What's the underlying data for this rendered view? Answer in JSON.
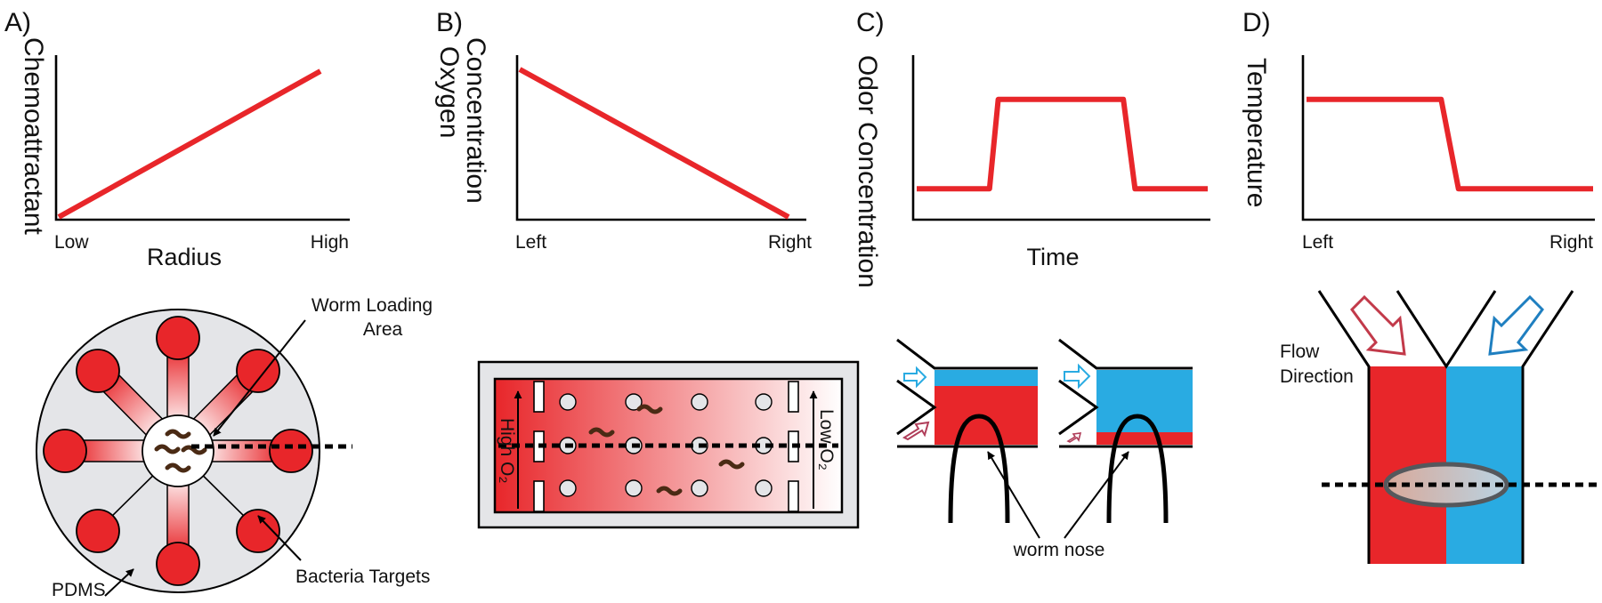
{
  "colors": {
    "gradient_red": "#e8262a",
    "cold_blue": "#29abe2",
    "pdms_gray": "#e4e5e8",
    "worm_brown": "#4a2a14"
  },
  "panel_a": {
    "label": "A)",
    "ylabel": "Chemoattractant",
    "xlabel": "Radius",
    "tick_low": "Low",
    "tick_high": "High",
    "loading_label_1": "Worm Loading",
    "loading_label_2": "Area",
    "targets_label": "Bacteria Targets",
    "pdms_label": "PDMS"
  },
  "panel_b": {
    "label": "B)",
    "ylabel_1": "Oxygen",
    "ylabel_2": "Concentration",
    "tick_left": "Left",
    "tick_right": "Right",
    "high_label": "High O₂",
    "low_label": "Low O₂"
  },
  "panel_c": {
    "label": "C)",
    "ylabel": "Odor Concentration",
    "xlabel": "Time",
    "nose_label": "worm nose"
  },
  "panel_d": {
    "label": "D)",
    "ylabel": "Temperature",
    "tick_left": "Left",
    "tick_right": "Right",
    "flow_label_1": "Flow",
    "flow_label_2": "Direction"
  },
  "chart_data": [
    {
      "type": "line",
      "ylabel": "Chemoattractant",
      "xlabel": "Radius",
      "x": [
        0,
        1
      ],
      "y": [
        0,
        1
      ],
      "x_ticks": [
        "Low",
        "High"
      ]
    },
    {
      "type": "line",
      "ylabel": "Oxygen Concentration",
      "xlabel": "",
      "x": [
        0,
        1
      ],
      "y": [
        1,
        0
      ],
      "x_ticks": [
        "Left",
        "Right"
      ]
    },
    {
      "type": "line",
      "ylabel": "Odor Concentration",
      "xlabel": "Time",
      "x": [
        0,
        0.25,
        0.28,
        0.71,
        0.75,
        1
      ],
      "y": [
        0.12,
        0.12,
        0.88,
        0.88,
        0.12,
        0.12
      ]
    },
    {
      "type": "line",
      "ylabel": "Temperature",
      "xlabel": "",
      "x": [
        0,
        0.47,
        0.53,
        1
      ],
      "y": [
        0.88,
        0.88,
        0.12,
        0.12
      ],
      "x_ticks": [
        "Left",
        "Right"
      ]
    }
  ]
}
